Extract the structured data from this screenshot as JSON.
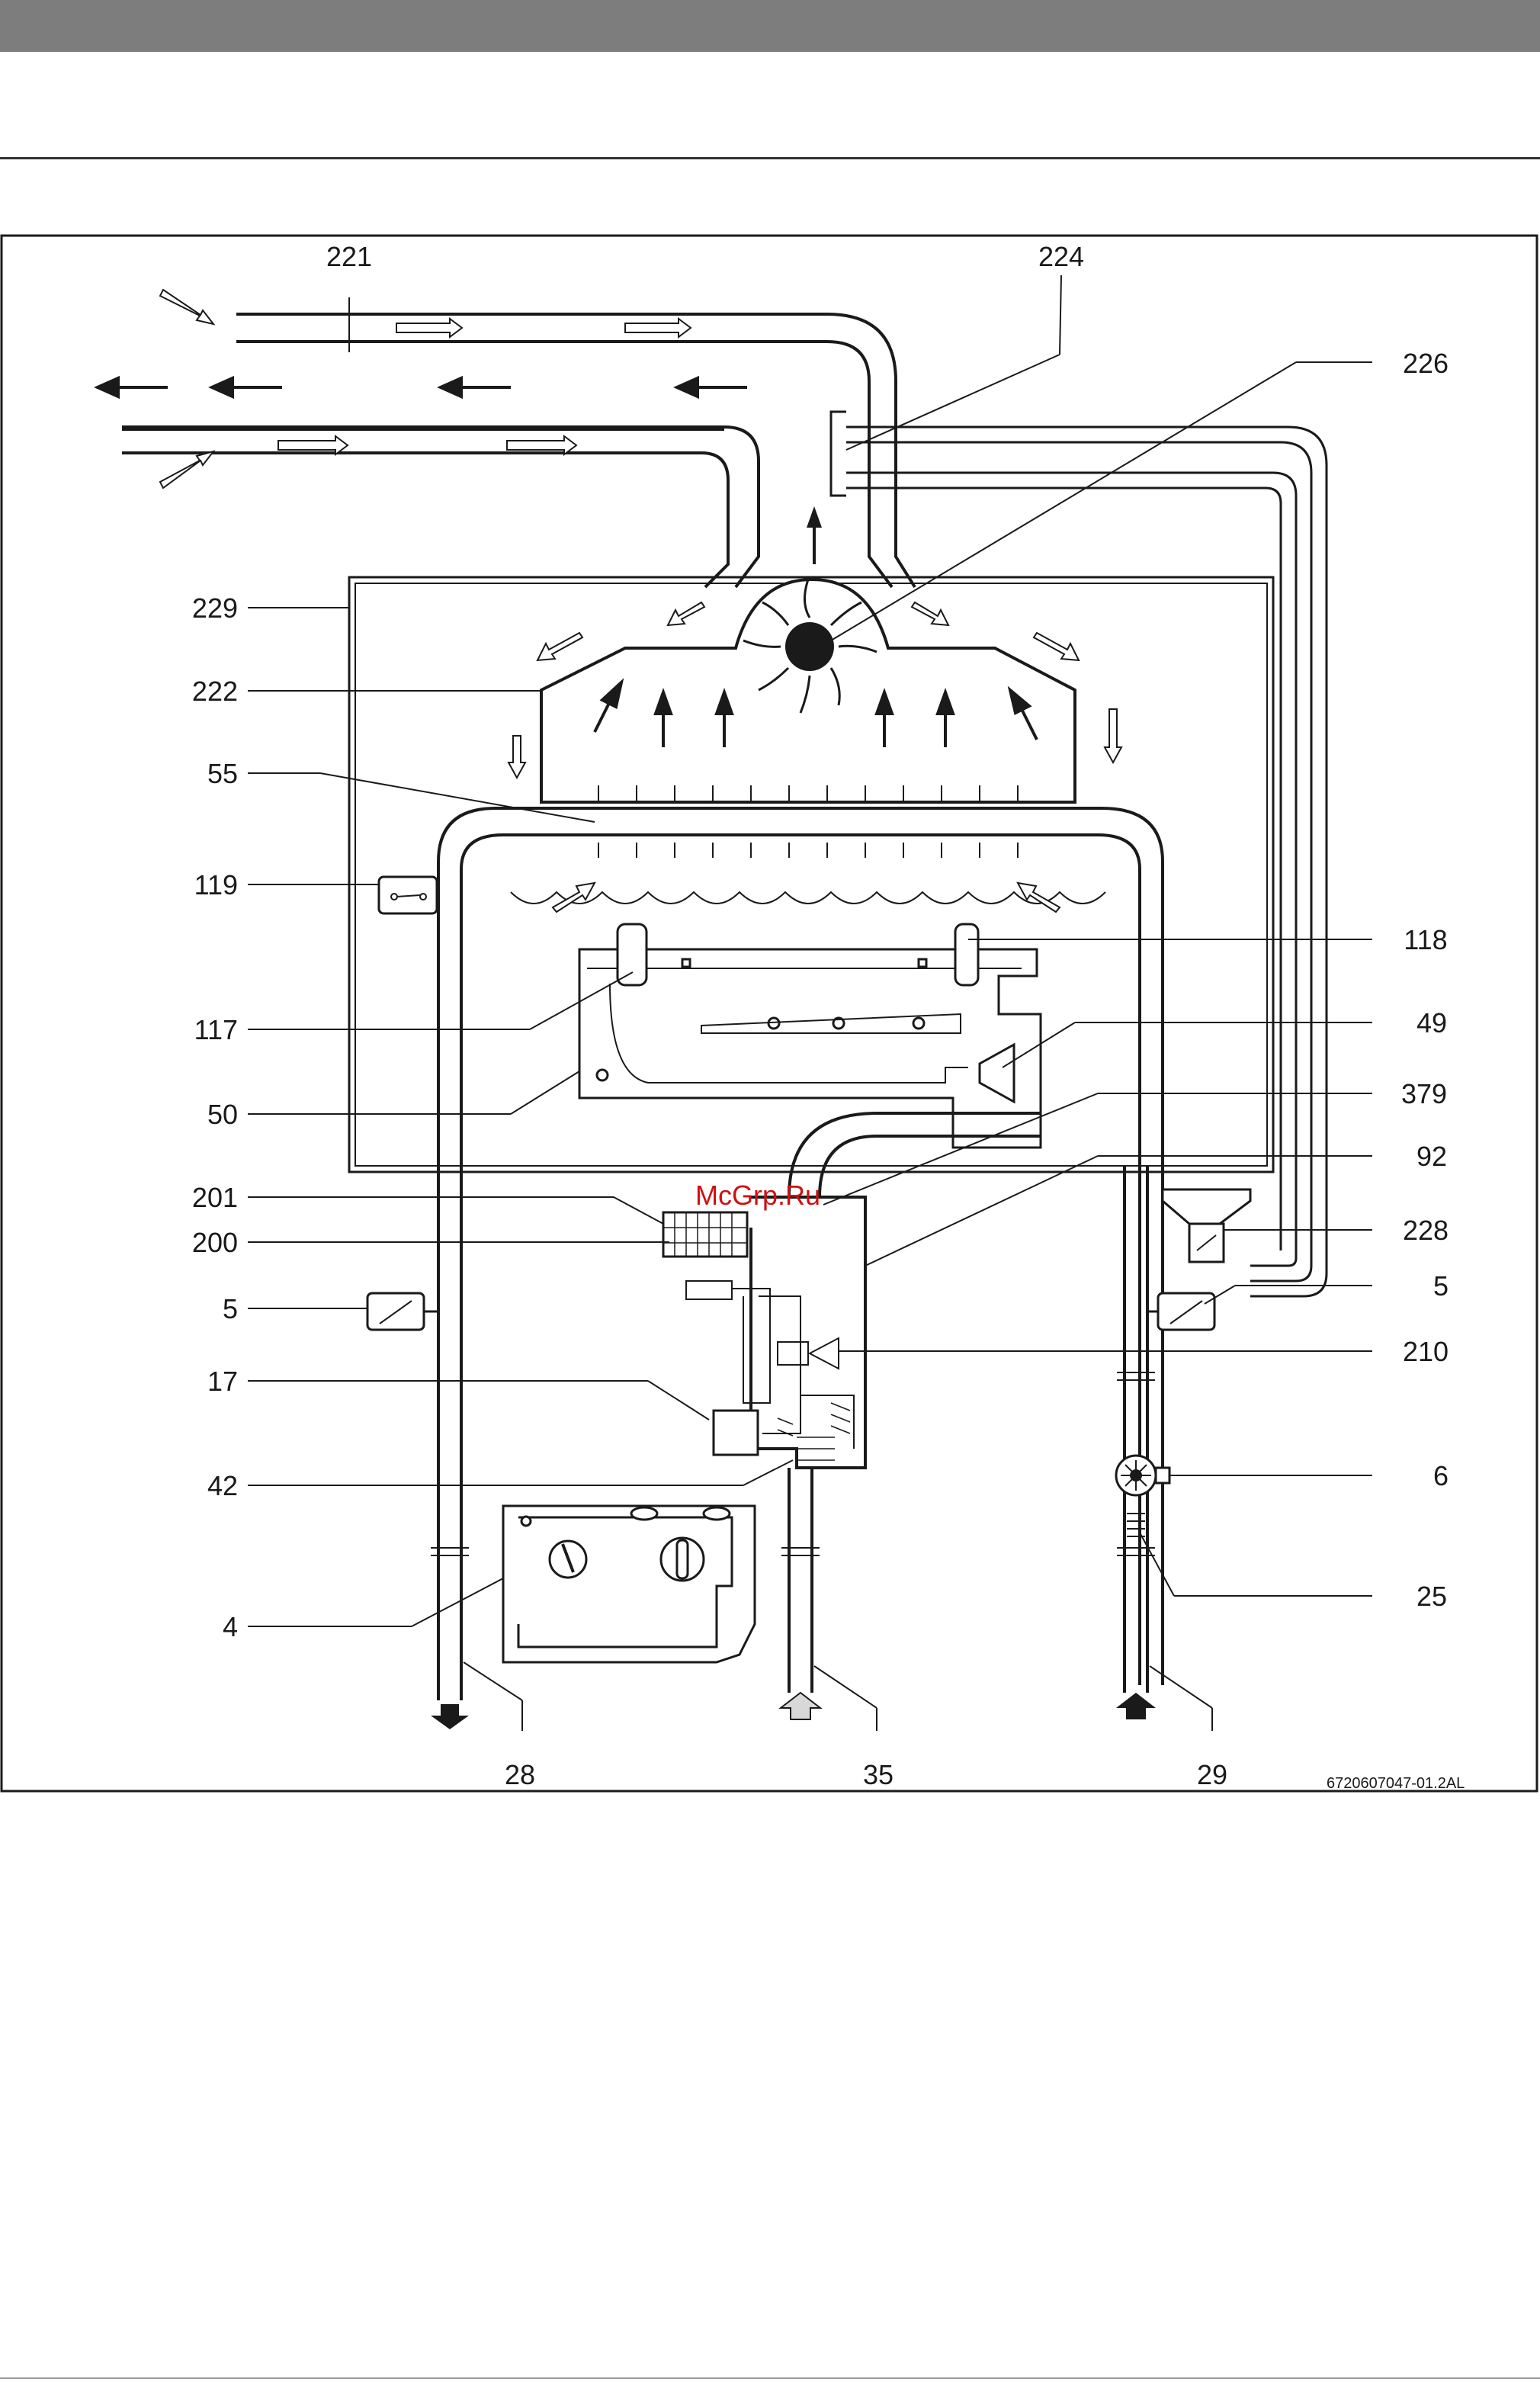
{
  "figure_code": "6720607047-01.2AL",
  "watermark": "McGrp.Ru",
  "callouts": {
    "c221": "221",
    "c224": "224",
    "c226": "226",
    "c229": "229",
    "c222": "222",
    "c55": "55",
    "c119": "119",
    "c118": "118",
    "c117": "117",
    "c49": "49",
    "c50": "50",
    "c379": "379",
    "c92": "92",
    "c201": "201",
    "c200": "200",
    "c228": "228",
    "c5_left": "5",
    "c5_right": "5",
    "c210": "210",
    "c17": "17",
    "c6": "6",
    "c42": "42",
    "c25": "25",
    "c4": "4",
    "c28": "28",
    "c35": "35",
    "c29": "29"
  },
  "colors": {
    "line": "#1a1a1a",
    "gray_arrow": "#bdbdbd",
    "top_bar": "#7d7d7d",
    "watermark": "#d01010"
  }
}
